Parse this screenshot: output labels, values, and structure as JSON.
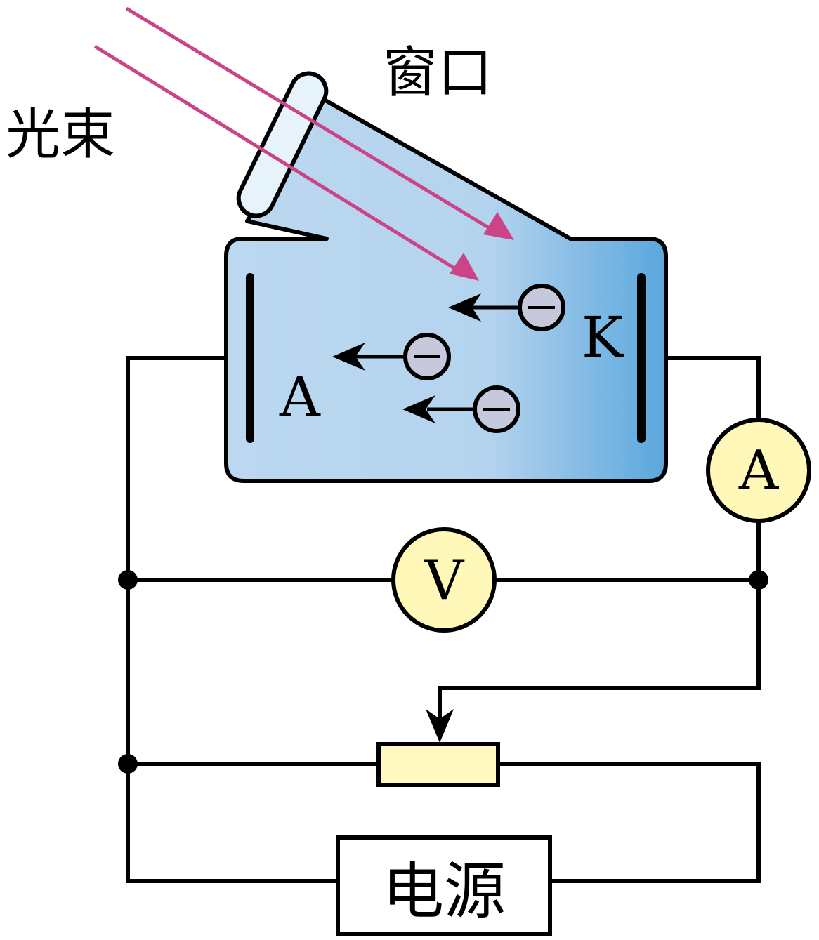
{
  "labels": {
    "light_beam": "光束",
    "window": "窗口",
    "anode": "A",
    "cathode": "K",
    "ammeter": "A",
    "voltmeter": "V",
    "power_source": "电源",
    "electron_sign": "−"
  },
  "colors": {
    "tube_gradient_light": "#bcd8f0",
    "tube_gradient_dark": "#5aa7dd",
    "window_fill": "#e6f3fb",
    "light_ray": "#cc4488",
    "electron_fill": "#c6c8dc",
    "meter_fill": "#fff8b8",
    "rheostat_fill": "#fff8c0"
  },
  "electron_count": 3
}
